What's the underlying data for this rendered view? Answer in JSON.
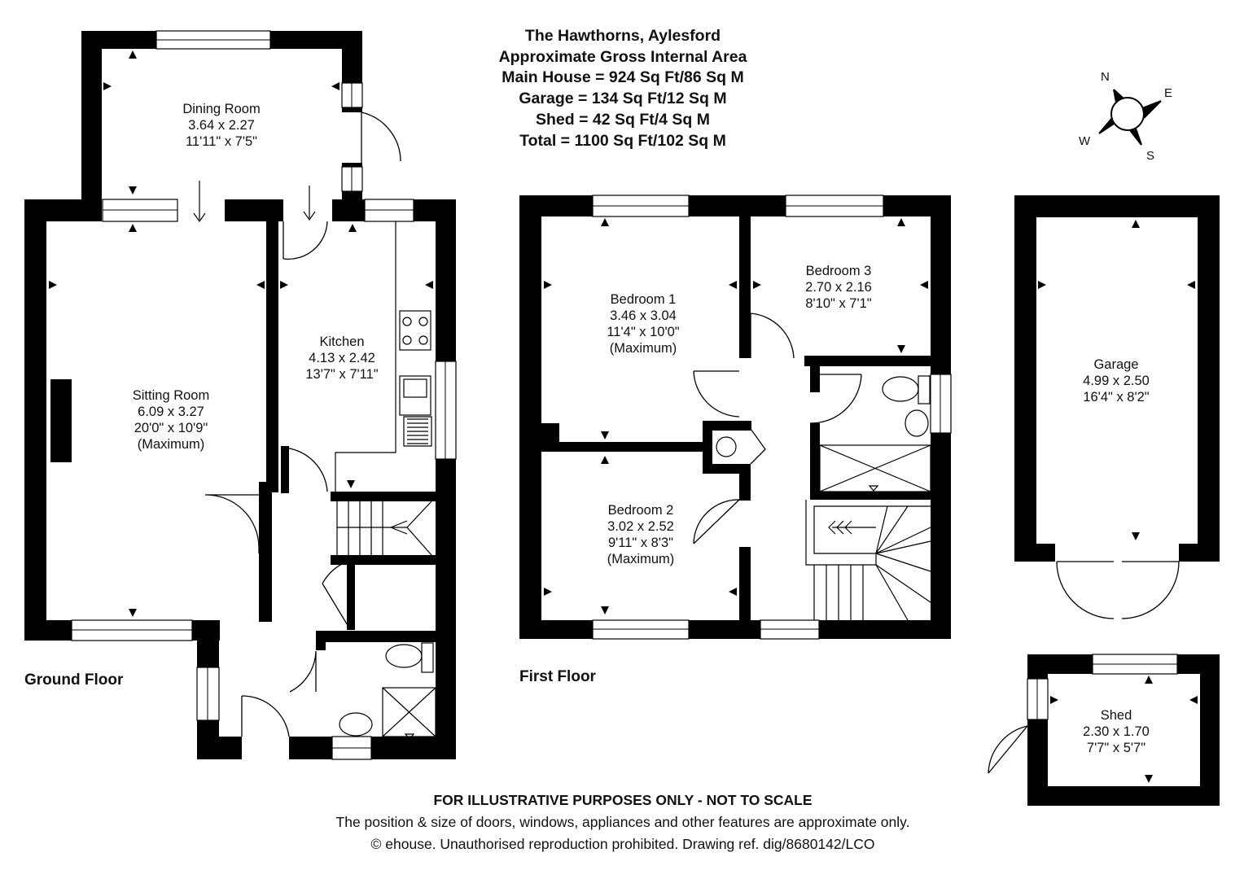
{
  "header": {
    "title": "The Hawthorns, Aylesford",
    "subtitle": "Approximate Gross Internal Area",
    "areas": [
      "Main House = 924 Sq Ft/86 Sq M",
      "Garage = 134 Sq Ft/12 Sq M",
      "Shed = 42 Sq Ft/4 Sq M",
      "Total = 1100 Sq Ft/102 Sq M"
    ]
  },
  "floors": {
    "ground": "Ground Floor",
    "first": "First Floor"
  },
  "rooms": {
    "dining": {
      "name": "Dining Room",
      "metric": "3.64 x 2.27",
      "imperial": "11'11\" x 7'5\""
    },
    "sitting": {
      "name": "Sitting Room",
      "metric": "6.09 x 3.27",
      "imperial": "20'0\" x 10'9\"",
      "note": "(Maximum)"
    },
    "kitchen": {
      "name": "Kitchen",
      "metric": "4.13 x 2.42",
      "imperial": "13'7\" x 7'11\""
    },
    "bedroom1": {
      "name": "Bedroom 1",
      "metric": "3.46 x 3.04",
      "imperial": "11'4\" x 10'0\"",
      "note": "(Maximum)"
    },
    "bedroom2": {
      "name": "Bedroom 2",
      "metric": "3.02 x 2.52",
      "imperial": "9'11\" x 8'3\"",
      "note": "(Maximum)"
    },
    "bedroom3": {
      "name": "Bedroom 3",
      "metric": "2.70 x 2.16",
      "imperial": "8'10\" x 7'1\""
    },
    "garage": {
      "name": "Garage",
      "metric": "4.99 x 2.50",
      "imperial": "16'4\" x 8'2\""
    },
    "shed": {
      "name": "Shed",
      "metric": "2.30 x 1.70",
      "imperial": "7'7\" x 5'7\""
    }
  },
  "compass": {
    "n": "N",
    "e": "E",
    "s": "S",
    "w": "W"
  },
  "footer": {
    "disclaimer": "FOR ILLUSTRATIVE PURPOSES ONLY - NOT TO SCALE",
    "note": "The position & size of doors, windows, appliances and other features are approximate only.",
    "copyright": "© ehouse. Unauthorised reproduction prohibited. Drawing ref. dig/8680142/LCO"
  },
  "colors": {
    "wall": "#000000",
    "background": "#ffffff",
    "line": "#111111"
  }
}
